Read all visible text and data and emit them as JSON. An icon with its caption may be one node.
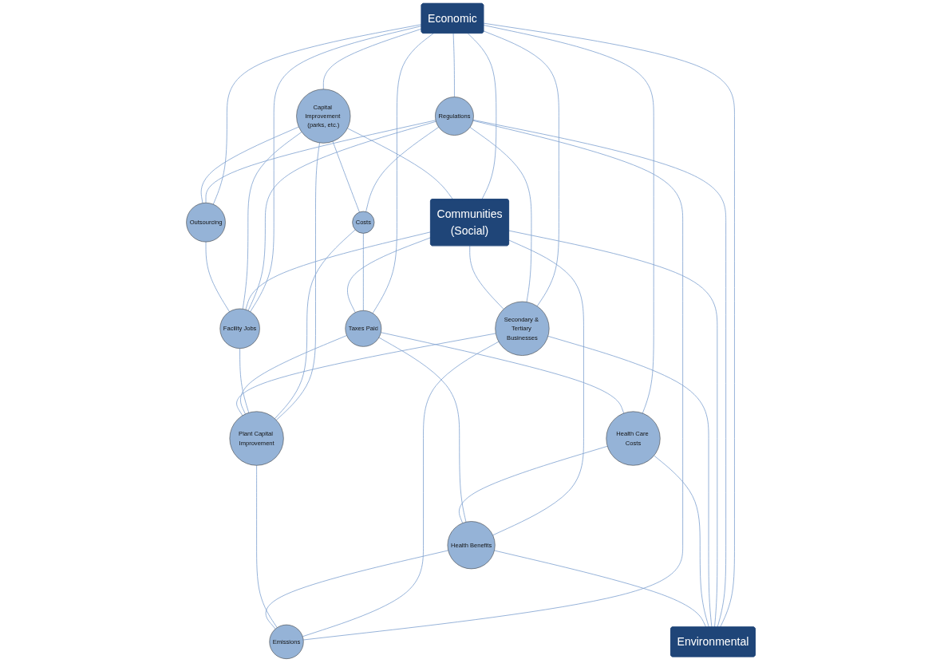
{
  "diagram": {
    "nodes": [
      {
        "text": [
          "Economic"
        ]
      },
      {
        "text": [
          "Regulations"
        ]
      },
      {
        "text": [
          "Communities",
          "(Social)"
        ]
      },
      {
        "text": [
          "Capital Improvement (parks, etc.)"
        ]
      },
      {
        "text": [
          "Costs"
        ]
      },
      {
        "text": [
          "Facility Jobs"
        ]
      },
      {
        "text": [
          "Secondary & Tertiary Businesses"
        ]
      },
      {
        "text": [
          "Outsourcing"
        ]
      },
      {
        "text": [
          "Taxes Paid"
        ]
      },
      {
        "text": [
          "Plant Capital Improvement"
        ]
      },
      {
        "text": [
          "Emissions"
        ]
      },
      {
        "text": [
          "Health Care Costs"
        ]
      },
      {
        "text": [
          "Health Benefits"
        ]
      },
      {
        "text": [
          "Environmental"
        ]
      }
    ],
    "edges": [
      {
        "from": 0,
        "to": 1,
        "arrow": "none"
      },
      {
        "from": 0,
        "to": 3,
        "arrow": "none"
      },
      {
        "from": 0,
        "to": 7,
        "arrow": "none"
      },
      {
        "from": 0,
        "to": 13,
        "arrow": "none"
      },
      {
        "from": 0,
        "to": 11,
        "arrow": "none"
      },
      {
        "from": 0,
        "to": 5,
        "arrow": "none"
      },
      {
        "from": 0,
        "to": 6,
        "arrow": "none"
      },
      {
        "from": 0,
        "to": 2,
        "arrow": "none"
      },
      {
        "from": 0,
        "to": 8,
        "arrow": "none"
      },
      {
        "from": 1,
        "to": 4,
        "arrow": "none"
      },
      {
        "from": 4,
        "to": 8,
        "arrow": "none"
      },
      {
        "from": 1,
        "to": 7,
        "arrow": "none"
      },
      {
        "from": 1,
        "to": 13,
        "arrow": "none"
      },
      {
        "from": 1,
        "to": 10,
        "arrow": "none"
      },
      {
        "from": 1,
        "to": 5,
        "arrow": "none"
      },
      {
        "from": 1,
        "to": 6,
        "arrow": "none"
      },
      {
        "from": 2,
        "to": 5,
        "arrow": "none"
      },
      {
        "from": 2,
        "to": 6,
        "arrow": "none"
      },
      {
        "from": 2,
        "to": 13,
        "arrow": "none"
      },
      {
        "from": 2,
        "to": 8,
        "arrow": "none"
      },
      {
        "from": 2,
        "to": 12,
        "arrow": "none"
      },
      {
        "from": 3,
        "to": 2,
        "arrow": "none"
      },
      {
        "from": 3,
        "to": 9,
        "arrow": "none"
      },
      {
        "from": 3,
        "to": 7,
        "arrow": "none"
      },
      {
        "from": 3,
        "to": 4,
        "arrow": "none"
      },
      {
        "from": 3,
        "to": 5,
        "arrow": "none"
      },
      {
        "from": 7,
        "to": 5,
        "arrow": "none"
      },
      {
        "from": 4,
        "to": 9,
        "arrow": "none"
      },
      {
        "from": 5,
        "to": 9,
        "arrow": "none"
      },
      {
        "from": 8,
        "to": 9,
        "arrow": "none"
      },
      {
        "from": 6,
        "to": 9,
        "arrow": "none"
      },
      {
        "from": 6,
        "to": 10,
        "arrow": "none"
      },
      {
        "from": 6,
        "to": 13,
        "arrow": "none"
      },
      {
        "from": 8,
        "to": 11,
        "arrow": "none"
      },
      {
        "from": 8,
        "to": 12,
        "arrow": "none"
      },
      {
        "from": 9,
        "to": 10,
        "arrow": "none"
      },
      {
        "from": 11,
        "to": 12,
        "arrow": "none"
      },
      {
        "from": 11,
        "to": 13,
        "arrow": "none"
      },
      {
        "from": 12,
        "to": 13,
        "arrow": "none"
      },
      {
        "from": 12,
        "to": 10,
        "arrow": "none"
      }
    ]
  }
}
